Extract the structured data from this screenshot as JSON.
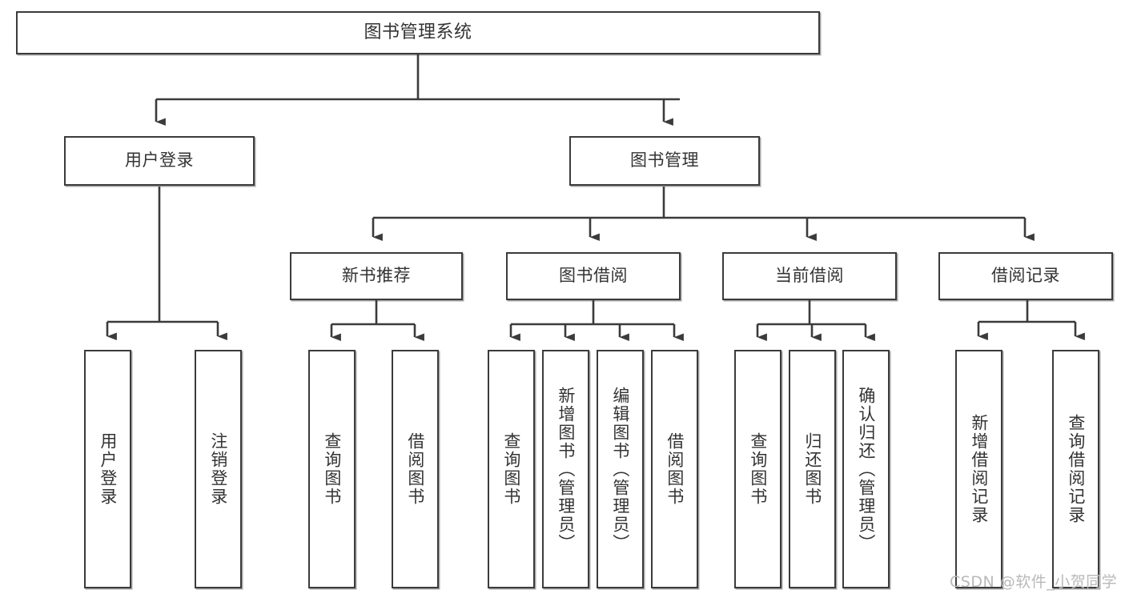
{
  "diagram": {
    "title": "图书管理系统",
    "type": "功能结构图",
    "colors": {
      "box_border": "#3b3b3b",
      "box_fill": "#ffffff",
      "edge": "#3b3b3b",
      "text": "#333333",
      "watermark": "#b9b9b9",
      "background": "#ffffff"
    },
    "watermark": "CSDN @软件_小贺同学",
    "levels": [
      {
        "level": 1,
        "nodes": [
          {
            "id": "root",
            "label": "图书管理系统",
            "orientation": "horizontal"
          }
        ]
      },
      {
        "level": 2,
        "nodes": [
          {
            "id": "login",
            "label": "用户登录",
            "orientation": "horizontal",
            "parent": "root"
          },
          {
            "id": "bookmgmt",
            "label": "图书管理",
            "orientation": "horizontal",
            "parent": "root"
          }
        ]
      },
      {
        "level": 3,
        "nodes": [
          {
            "id": "newbook",
            "label": "新书推荐",
            "orientation": "horizontal",
            "parent": "bookmgmt"
          },
          {
            "id": "borrow",
            "label": "图书借阅",
            "orientation": "horizontal",
            "parent": "bookmgmt"
          },
          {
            "id": "current",
            "label": "当前借阅",
            "orientation": "horizontal",
            "parent": "bookmgmt"
          },
          {
            "id": "records",
            "label": "借阅记录",
            "orientation": "horizontal",
            "parent": "bookmgmt"
          }
        ]
      },
      {
        "level": 4,
        "nodes": [
          {
            "id": "leaf1",
            "label": "用户登录",
            "orientation": "vertical",
            "parent": "login"
          },
          {
            "id": "leaf2",
            "label": "注销登录",
            "orientation": "vertical",
            "parent": "login"
          },
          {
            "id": "leaf3",
            "label": "查询图书",
            "orientation": "vertical",
            "parent": "newbook"
          },
          {
            "id": "leaf4",
            "label": "借阅图书",
            "orientation": "vertical",
            "parent": "newbook"
          },
          {
            "id": "leaf5",
            "label": "查询图书",
            "orientation": "vertical",
            "parent": "borrow"
          },
          {
            "id": "leaf6",
            "label": "新增图书（管理员）",
            "orientation": "vertical",
            "parent": "borrow"
          },
          {
            "id": "leaf7",
            "label": "编辑图书（管理员）",
            "orientation": "vertical",
            "parent": "borrow"
          },
          {
            "id": "leaf8",
            "label": "借阅图书",
            "orientation": "vertical",
            "parent": "borrow"
          },
          {
            "id": "leaf9",
            "label": "查询图书",
            "orientation": "vertical",
            "parent": "current"
          },
          {
            "id": "leaf10",
            "label": "归还图书",
            "orientation": "vertical",
            "parent": "current"
          },
          {
            "id": "leaf11",
            "label": "确认归还（管理员）",
            "orientation": "vertical",
            "parent": "current"
          },
          {
            "id": "leaf12",
            "label": "新增借阅记录",
            "orientation": "vertical",
            "parent": "records"
          },
          {
            "id": "leaf13",
            "label": "查询借阅记录",
            "orientation": "vertical",
            "parent": "records"
          }
        ]
      }
    ]
  }
}
